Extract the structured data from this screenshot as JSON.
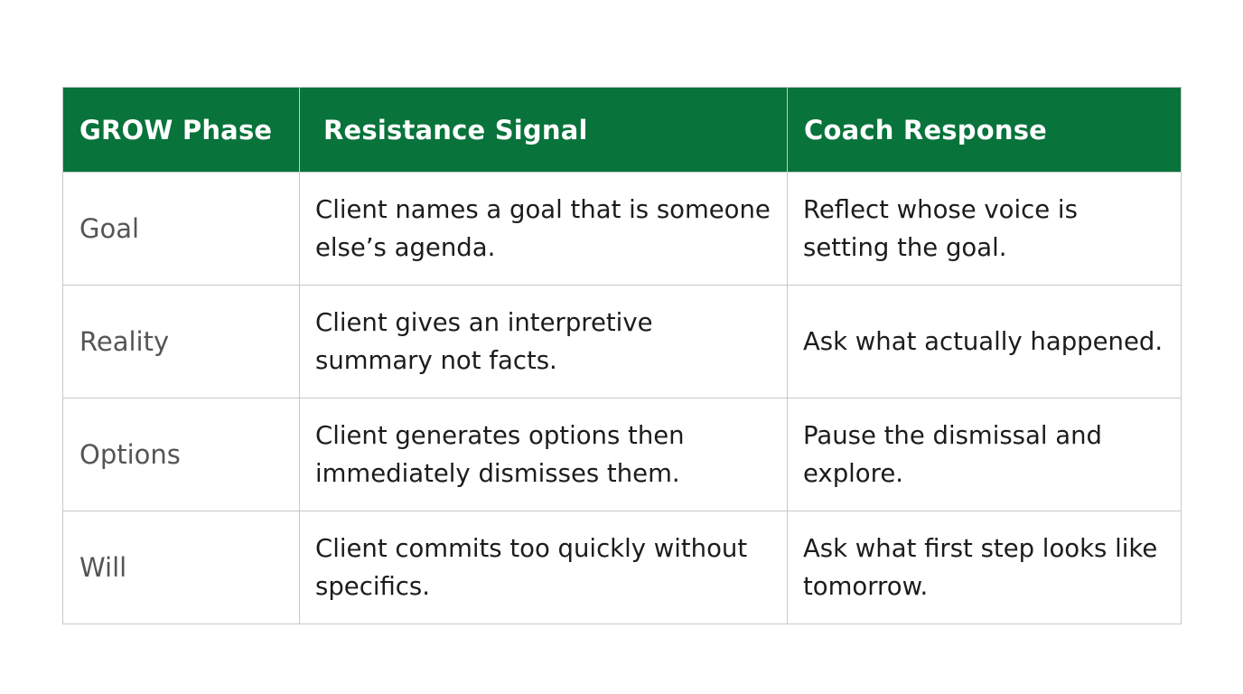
{
  "table": {
    "headers": [
      "GROW Phase",
      "Resistance Signal",
      "Coach Response"
    ],
    "rows": [
      {
        "phase": "Goal",
        "signal": "Client names a goal that is someone else’s agenda.",
        "response": "Reflect whose voice is setting the goal."
      },
      {
        "phase": "Reality",
        "signal": "Client gives an interpretive summary not facts.",
        "response": "Ask what actually happened."
      },
      {
        "phase": "Options",
        "signal": "Client generates options then immediately dismisses them.",
        "response": "Pause the dismissal and explore."
      },
      {
        "phase": "Will",
        "signal": "Client commits too quickly without specifics.",
        "response": "Ask what first step looks like tomorrow."
      }
    ]
  },
  "colors": {
    "header_bg": "#08733b",
    "header_text": "#ffffff",
    "border": "#c9c9c9",
    "phase_text": "#555555",
    "body_text": "#1c1c1c"
  }
}
